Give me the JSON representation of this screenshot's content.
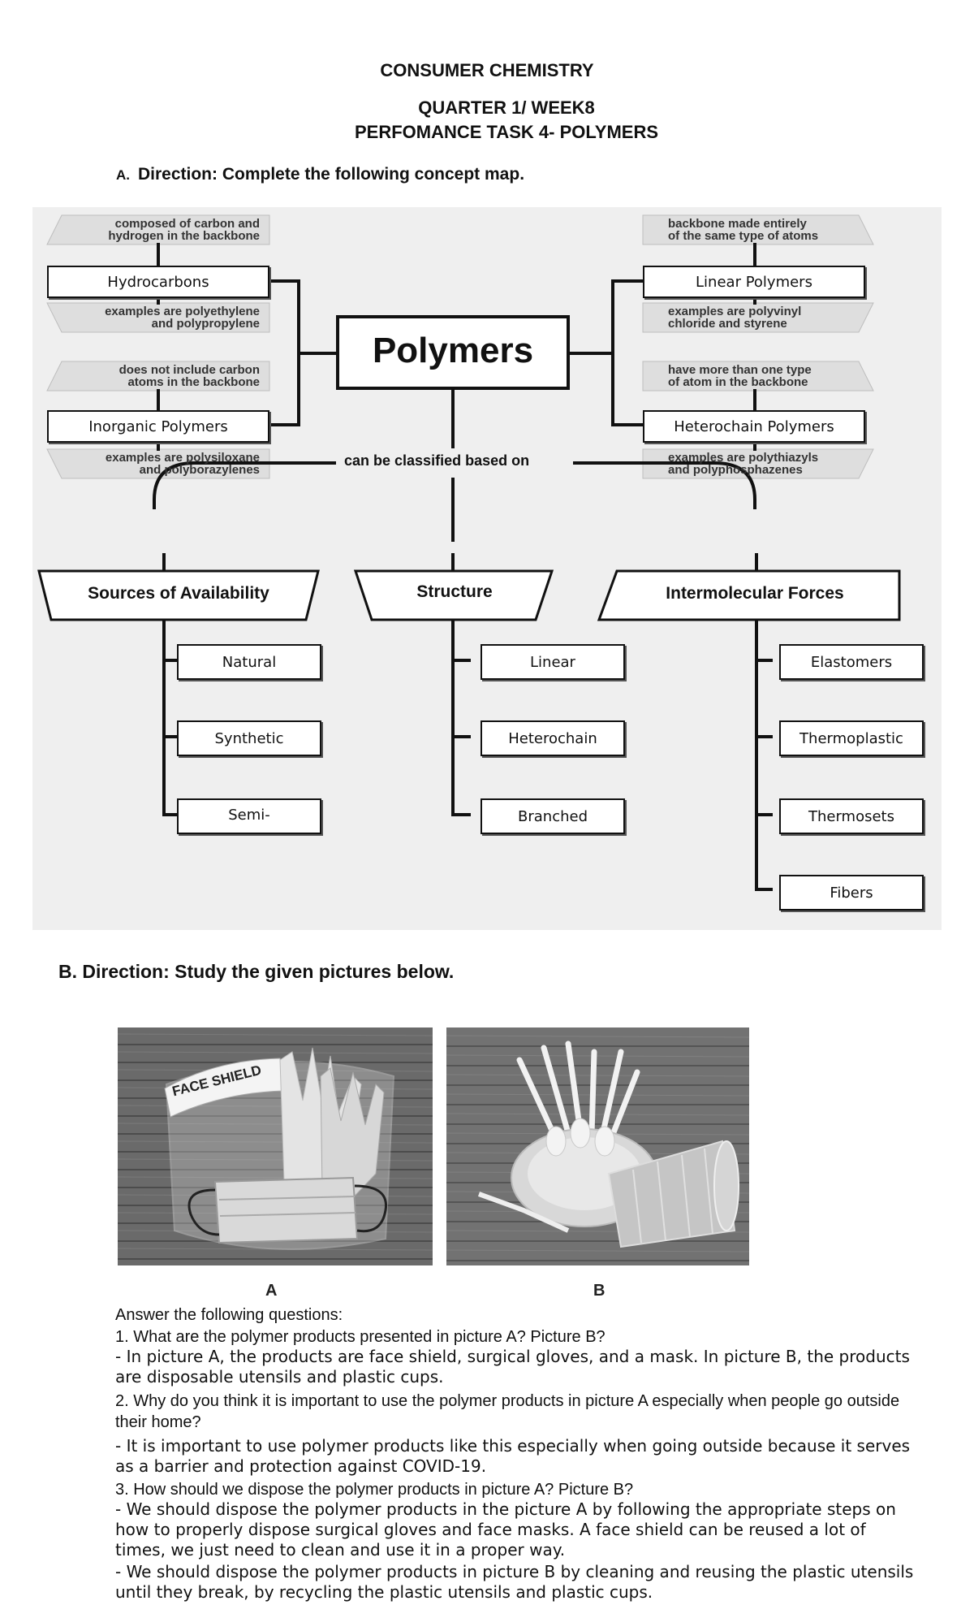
{
  "header": {
    "subject": "CONSUMER CHEMISTRY",
    "quarter": "QUARTER 1/ WEEK8",
    "task": "PERFOMANCE TASK 4- POLYMERS"
  },
  "section_a": {
    "letter": "A.",
    "direction": "Direction: Complete the following concept map."
  },
  "concept_map": {
    "center": "Polymers",
    "connector": "can be classified based on",
    "left_top": {
      "box": "Hydrocarbons",
      "note_above_1": "composed of carbon and",
      "note_above_2": "hydrogen in the backbone",
      "note_below_1": "examples are polyethylene",
      "note_below_2": "and polypropylene"
    },
    "left_bottom": {
      "box": "Inorganic Polymers",
      "note_above_1": "does not include carbon",
      "note_above_2": "atoms in the backbone",
      "note_below_1": "examples are polysiloxane",
      "note_below_2": "and polyborazylenes"
    },
    "right_top": {
      "box": "Linear Polymers",
      "note_above_1": "backbone made entirely",
      "note_above_2": "of the same type of atoms",
      "note_below_1": "examples are polyvinyl",
      "note_below_2": "chloride and styrene"
    },
    "right_bottom": {
      "box": "Heterochain Polymers",
      "note_above_1": "have more than one type",
      "note_above_2": "of atom in the backbone",
      "note_below_1": "examples are polythiazyls",
      "note_below_2": "and polyphosphazenes"
    },
    "categories": [
      {
        "title": "Sources of Availability",
        "items": [
          "Natural",
          "Synthetic",
          "Semi-"
        ]
      },
      {
        "title": "Structure",
        "items": [
          "Linear",
          "Heterochain",
          "Branched"
        ]
      },
      {
        "title": "Intermolecular Forces",
        "items": [
          "Elastomers",
          "Thermoplastic",
          "Thermosets",
          "Fibers"
        ]
      }
    ]
  },
  "section_b": {
    "direction": "B. Direction: Study the given pictures below.",
    "picture_a_label": "A",
    "picture_b_label": "B",
    "face_shield_text": "FACE SHIELD"
  },
  "questions": {
    "intro": "Answer the following questions:",
    "q1": "1. What are the polymer products presented in picture A? Picture B?",
    "a1": "- In picture A, the products are face shield, surgical gloves, and a mask. In picture B, the products are disposable utensils and plastic cups.",
    "q2": "2. Why do you think it is important to use the polymer products in picture A especially when people go outside their home?",
    "a2": "- It is important to use polymer products like this especially when going outside because it serves as a barrier and protection against COVID-19.",
    "q3": "3. How should we dispose the polymer products in picture A? Picture B?",
    "a3a": "- We should dispose the polymer products in the picture A by following the appropriate steps on how to properly dispose surgical gloves and face masks. A face shield can be reused a lot of times, we just need to clean and use it in a proper way.",
    "a3b": "- We should dispose the polymer products in picture B by cleaning and reusing the plastic utensils until they break, by recycling the plastic utensils and plastic cups."
  }
}
